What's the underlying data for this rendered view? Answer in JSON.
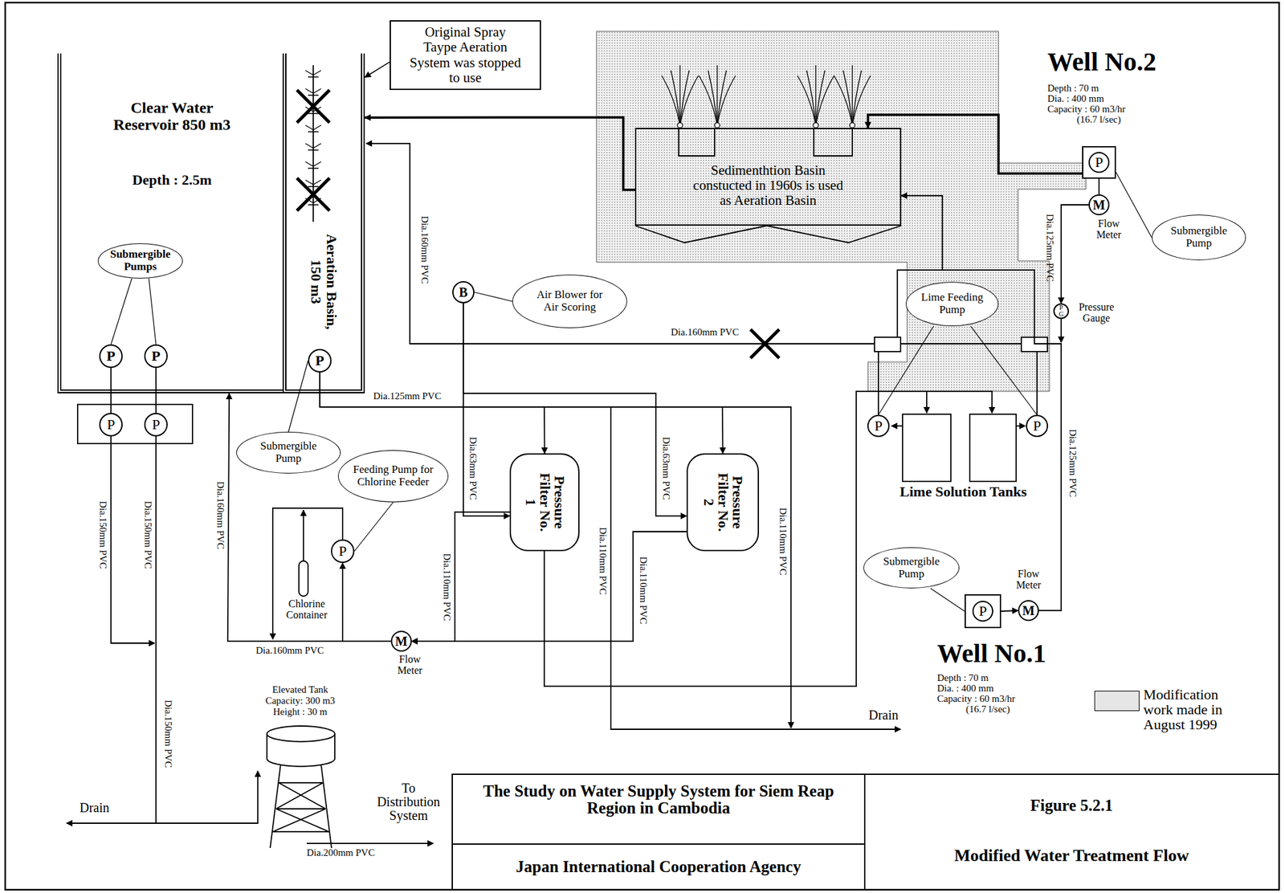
{
  "diagram": {
    "nodes": [
      {
        "text": [
          "Clear Water Reservoir 850 m3",
          "Depth : 2.5m"
        ]
      },
      {
        "text": [
          "Submergible Pumps"
        ],
        "in": 0
      },
      {
        "text": [
          "P"
        ],
        "in": 0
      },
      {
        "text": [
          "P"
        ],
        "in": 0
      },
      {
        "text": [
          "P"
        ]
      },
      {
        "text": [
          "P"
        ]
      },
      {
        "text": [
          "Aeration Basin, 150 m3"
        ]
      },
      {
        "text": [
          "P"
        ],
        "in": 6
      },
      {
        "text": [
          "Original Spray Taype Aeration System was stopped to use"
        ]
      },
      {
        "text": [
          "Sedimenthtion Basin constucted in 1960s is used as Aeration Basin"
        ]
      },
      {
        "text": [
          "P"
        ]
      },
      {
        "text": [
          "M"
        ]
      },
      {
        "text": [
          "Submergible Pump"
        ]
      },
      {
        "text": [
          "P G"
        ]
      },
      {
        "text": [
          "B"
        ]
      },
      {
        "text": [
          "Air Blower for Air Scoring"
        ]
      },
      {
        "text": [
          "Lime Feeding Pump"
        ]
      },
      {
        "text": [
          "P"
        ]
      },
      {
        "text": [
          "P"
        ]
      },
      {
        "text": [
          "Submergible Pump"
        ]
      },
      {
        "text": [
          "Feeding Pump for Chlorine Feeder"
        ]
      },
      {
        "text": [
          "P"
        ]
      },
      {
        "text": [
          "Pressure Filter No. 1"
        ]
      },
      {
        "text": [
          "Pressure Filter No. 2"
        ]
      },
      {
        "text": [
          "M"
        ]
      },
      {
        "text": [
          "Submergible Pump"
        ]
      },
      {
        "text": [
          "P"
        ]
      },
      {
        "text": [
          "M"
        ]
      }
    ],
    "edges": [
      {
        "from": 1,
        "to": 2,
        "arrow": "none"
      },
      {
        "from": 1,
        "to": 3,
        "arrow": "none"
      },
      {
        "from": 2,
        "to": 4,
        "arrow": "none"
      },
      {
        "from": 3,
        "to": 5,
        "arrow": "none"
      },
      {
        "from": 8,
        "to": 6,
        "arrow": "to"
      },
      {
        "from": 9,
        "to": 6,
        "arrow": "to"
      },
      {
        "from": 10,
        "to": 9,
        "arrow": "to"
      },
      {
        "from": 10,
        "to": 11,
        "arrow": "none"
      },
      {
        "from": 11,
        "to": 13,
        "arrow": "to"
      },
      {
        "from": 27,
        "to": 9,
        "arrow": "to"
      },
      {
        "from": 7,
        "to": 22,
        "arrow": "to"
      },
      {
        "from": 7,
        "to": 23,
        "arrow": "to"
      },
      {
        "from": 14,
        "to": 22,
        "arrow": "to"
      },
      {
        "from": 14,
        "to": 23,
        "arrow": "to"
      },
      {
        "from": 22,
        "to": 24,
        "arrow": "to"
      },
      {
        "from": 23,
        "to": 24,
        "arrow": "to"
      },
      {
        "from": 24,
        "to": 0,
        "arrow": "to"
      },
      {
        "from": 24,
        "to": 21,
        "arrow": "to"
      },
      {
        "from": 15,
        "to": 14,
        "arrow": "none"
      },
      {
        "from": 19,
        "to": 7,
        "arrow": "none"
      },
      {
        "from": 20,
        "to": 21,
        "arrow": "none"
      },
      {
        "from": 16,
        "to": 17,
        "arrow": "none"
      },
      {
        "from": 16,
        "to": 18,
        "arrow": "none"
      },
      {
        "from": 12,
        "to": 10,
        "arrow": "none"
      },
      {
        "from": 25,
        "to": 26,
        "arrow": "none"
      },
      {
        "from": 26,
        "to": 27,
        "arrow": "to"
      }
    ],
    "labels": [
      "Well No.2",
      "Depth : 70 m",
      "Dia. : 400 mm",
      "Capacity : 60 m3/hr",
      "(16.7 l/sec)",
      "Flow Meter",
      "Pressure Gauge",
      "Dia.125mm PVC",
      "Dia.160mm PVC",
      "Dia.160mm PVC",
      "Dia.125mm PVC",
      "Dia.63mm PVC",
      "Dia.63mm PVC",
      "Dia.110mm PVC",
      "Dia.110mm PVC",
      "Dia.110mm PVC",
      "Dia.110mm PVC",
      "Dia.125mm PVC",
      "Lime Solution Tanks",
      "Flow Meter",
      "Well No.1",
      "Depth : 70 m",
      "Dia. : 400 mm",
      "Capacity : 60 m3/hr",
      "(16.7 l/sec)",
      "Drain",
      "Dia.160mm PVC",
      "Chlorine Container",
      "Flow Meter",
      "Dia.160mm PVC",
      "Dia.150mm PVC",
      "Dia.150mm PVC",
      "Dia.150mm PVC",
      "Elevated Tank",
      "Capacity: 300 m3",
      "Height : 30 m",
      "Drain",
      "To Distribution System",
      "Dia.200mm PVC",
      "The Study on Water Supply System for Siem Reap Region in Cambodia",
      "Japan International Cooperation Agency",
      "Figure 5.2.1",
      "Modified Water Treatment Flow"
    ],
    "legend": [
      {
        "text": "Modification work made in August 1999",
        "color": "#e6e6e6"
      }
    ]
  }
}
